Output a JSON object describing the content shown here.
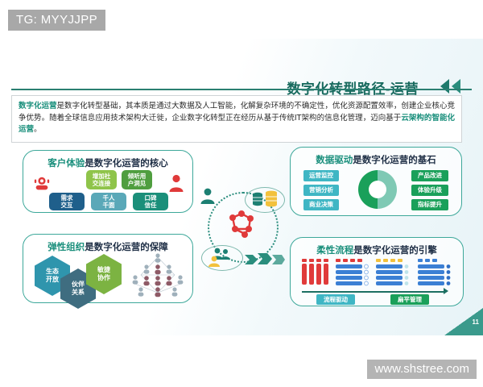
{
  "tg_banner": {
    "label": "TG: MYYJJPP"
  },
  "watermark": {
    "label": "www.shstree.com"
  },
  "slide": {
    "title": "数字化转型路径-运营",
    "page_number": "11",
    "intro": {
      "lead": "数字化运营",
      "body_1": "是数字化转型基础，其本质是通过大数据及人工智能，化解复杂环境的不确定性，优化资源配置效率，创建企业核心竞争优势。随着全球信息应用技术架构大迁徙，企业数字化转型正在经历从基于传统IT架构的信息化管理，迈向基于",
      "highlight_2": "云架构的智能化运营",
      "body_2": "。"
    },
    "cards": {
      "customer": {
        "title_accent": "客户体验",
        "title_rest": "是数字化运营的核心",
        "tags_top": [
          {
            "label": "增加社\n交连接",
            "color": "#8fc44a"
          },
          {
            "label": "倾听用\n户洞见",
            "color": "#4f9e3f"
          }
        ],
        "tags_bottom": [
          {
            "label": "需求\n交互",
            "color": "#1f5f8b"
          },
          {
            "label": "千人\n千面",
            "color": "#5aa8b8"
          },
          {
            "label": "口碑\n信任",
            "color": "#1b8f7a"
          }
        ]
      },
      "data": {
        "title_accent": "数据驱动",
        "title_rest": "是数字化运营的基石",
        "tags_left": [
          {
            "label": "运营监控",
            "color": "#3fb6c4"
          },
          {
            "label": "营销分析",
            "color": "#3fb6c4"
          },
          {
            "label": "商业决策",
            "color": "#3fb6c4"
          }
        ],
        "tags_right": [
          {
            "label": "产品改进",
            "color": "#1aa05a"
          },
          {
            "label": "体验升级",
            "color": "#1aa05a"
          },
          {
            "label": "指标提升",
            "color": "#1aa05a"
          }
        ]
      },
      "org": {
        "title_accent": "弹性组织",
        "title_rest": "是数字化运营的保障",
        "hexes": [
          {
            "label": "生态\n开放",
            "color": "#2f95ad"
          },
          {
            "label": "伙伴\n关系",
            "color": "#3f6d80"
          },
          {
            "label": "敏捷\n协作",
            "color": "#7cb342"
          }
        ]
      },
      "process": {
        "title_accent": "柔性流程",
        "title_rest": "是数字化运营的引擎",
        "labels": [
          {
            "label": "流程驱动",
            "color": "#3fb6c4"
          },
          {
            "label": "扁平管理",
            "color": "#1aa05a"
          }
        ]
      }
    },
    "colors": {
      "brand_teal": "#1a8f7c",
      "title_teal": "#186a5e",
      "card_border": "#3da89a",
      "accent_red": "#e03a3a",
      "accent_yellow": "#f2c13c"
    }
  }
}
